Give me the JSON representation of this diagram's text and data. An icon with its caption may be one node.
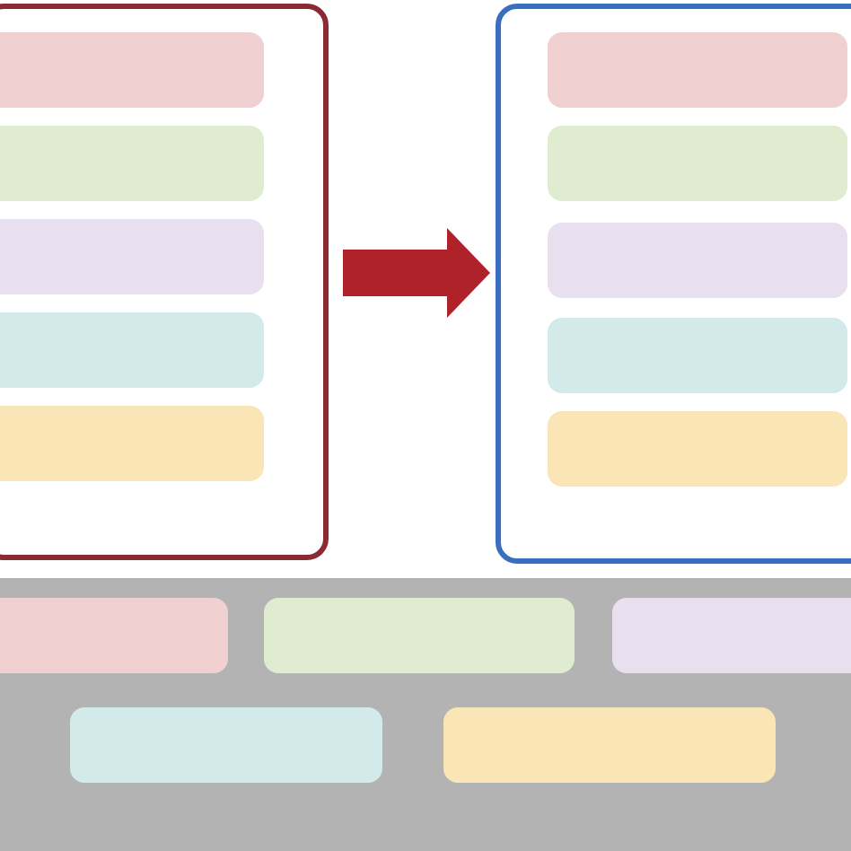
{
  "diagram": {
    "nodes": [
      {
        "text": [],
        "shape": "box"
      },
      {
        "text": [],
        "shape": "bar",
        "in": 0
      },
      {
        "text": [],
        "shape": "bar",
        "in": 0
      },
      {
        "text": [],
        "shape": "bar",
        "in": 0
      },
      {
        "text": [],
        "shape": "bar",
        "in": 0
      },
      {
        "text": [],
        "shape": "bar",
        "in": 0
      },
      {
        "text": [],
        "shape": "box"
      },
      {
        "text": [],
        "shape": "bar",
        "in": 6
      },
      {
        "text": [],
        "shape": "bar",
        "in": 6
      },
      {
        "text": [],
        "shape": "bar",
        "in": 6
      },
      {
        "text": [],
        "shape": "bar",
        "in": 6
      },
      {
        "text": [],
        "shape": "bar",
        "in": 6
      },
      {
        "text": [],
        "shape": "band"
      },
      {
        "text": [],
        "shape": "bar",
        "in": 12
      },
      {
        "text": [],
        "shape": "bar",
        "in": 12
      },
      {
        "text": [],
        "shape": "bar",
        "in": 12
      },
      {
        "text": [],
        "shape": "bar",
        "in": 12
      },
      {
        "text": [],
        "shape": "bar",
        "in": 12
      }
    ],
    "edges": [
      {
        "from": 0,
        "to": 6,
        "arrow": "to",
        "color": "#b0222a"
      }
    ]
  }
}
